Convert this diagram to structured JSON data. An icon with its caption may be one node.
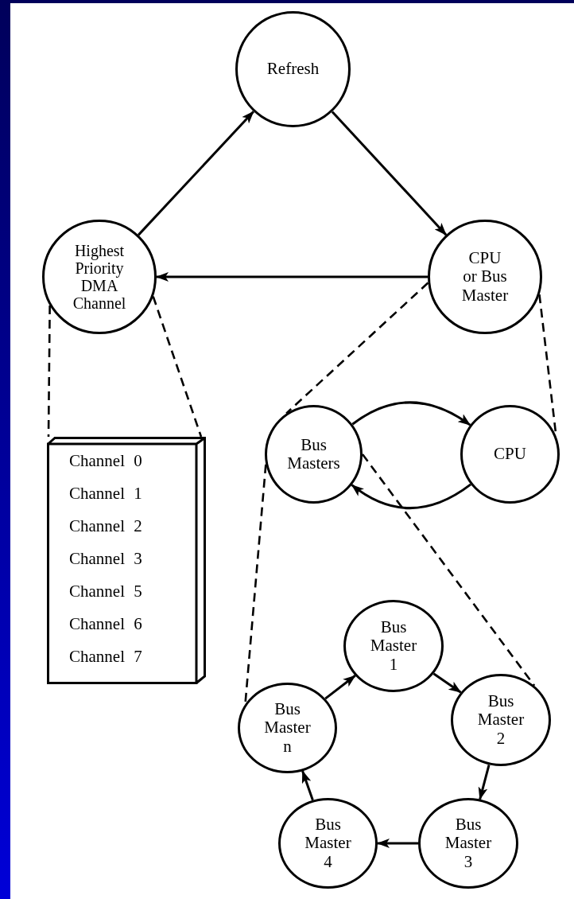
{
  "diagram": {
    "nodes": [
      {
        "text": [
          "Refresh"
        ]
      },
      {
        "text": [
          "Highest Priority DMA Channel"
        ]
      },
      {
        "text": [
          "CPU or Bus Master"
        ]
      },
      {
        "text": [
          "Channel 0",
          "Channel 1",
          "Channel 2",
          "Channel 3",
          "Channel 5",
          "Channel 6",
          "Channel 7"
        ]
      },
      {
        "text": [
          "Bus Masters"
        ]
      },
      {
        "text": [
          "CPU"
        ]
      },
      {
        "text": [
          "Bus Master 1"
        ]
      },
      {
        "text": [
          "Bus Master 2"
        ]
      },
      {
        "text": [
          "Bus Master 3"
        ]
      },
      {
        "text": [
          "Bus Master 4"
        ]
      },
      {
        "text": [
          "Bus Master n"
        ]
      }
    ],
    "edges": [
      {
        "from": 1,
        "to": 0,
        "arrow": "to"
      },
      {
        "from": 0,
        "to": 2,
        "arrow": "to"
      },
      {
        "from": 2,
        "to": 1,
        "arrow": "to"
      },
      {
        "from": 4,
        "to": 5,
        "arrow": "to"
      },
      {
        "from": 5,
        "to": 4,
        "arrow": "to"
      },
      {
        "from": 10,
        "to": 6,
        "arrow": "to"
      },
      {
        "from": 6,
        "to": 7,
        "arrow": "to"
      },
      {
        "from": 7,
        "to": 8,
        "arrow": "to"
      },
      {
        "from": 8,
        "to": 9,
        "arrow": "to"
      },
      {
        "from": 9,
        "to": 10,
        "arrow": "to"
      },
      {
        "from": 1,
        "to": 3,
        "arrow": "none",
        "style": "dashed"
      },
      {
        "from": 1,
        "to": 3,
        "arrow": "none",
        "style": "dashed"
      },
      {
        "from": 2,
        "to": 4,
        "arrow": "none",
        "style": "dashed"
      },
      {
        "from": 2,
        "to": 5,
        "arrow": "none",
        "style": "dashed"
      },
      {
        "from": 4,
        "to": 10,
        "arrow": "none",
        "style": "dashed"
      },
      {
        "from": 4,
        "to": 7,
        "arrow": "none",
        "style": "dashed"
      }
    ]
  }
}
